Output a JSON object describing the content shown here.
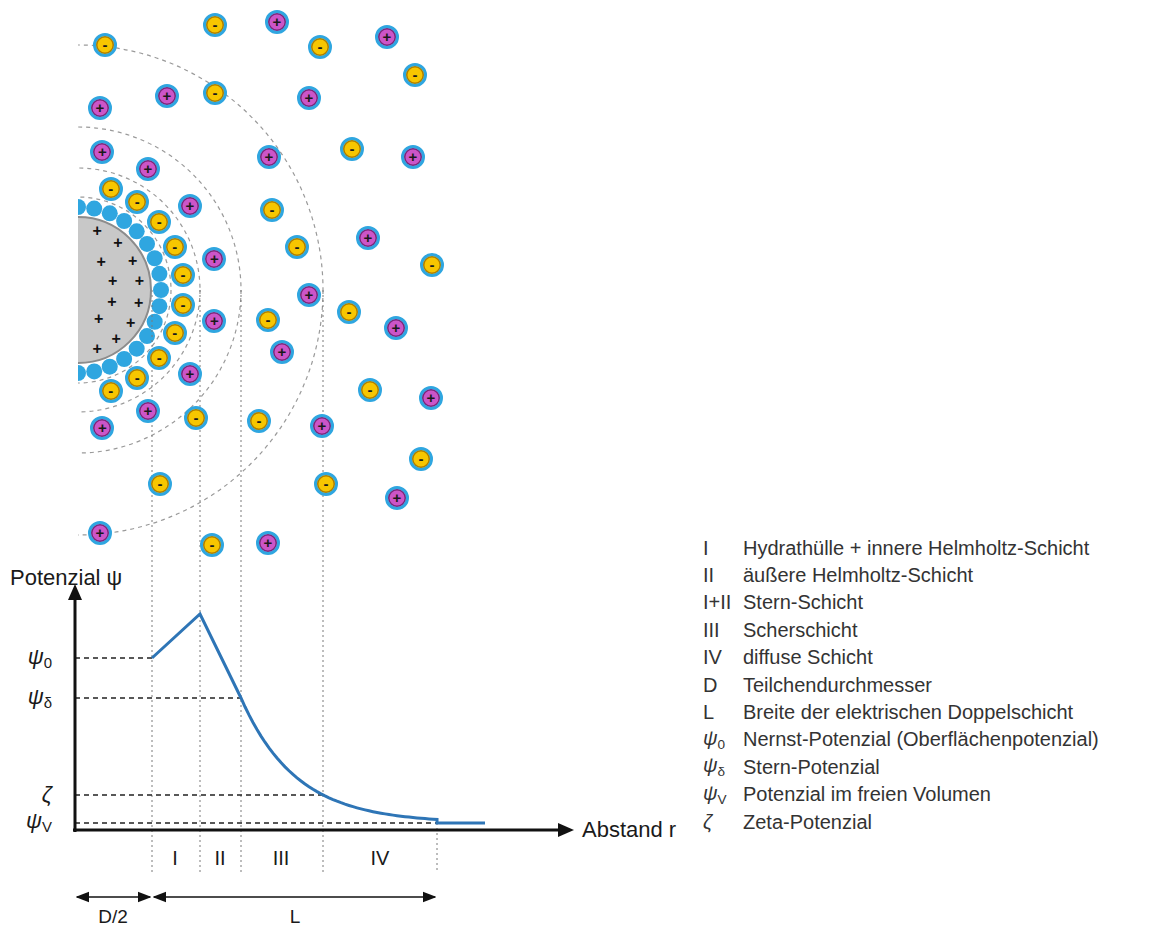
{
  "diagram": {
    "nodes": [
      {
        "text": [
          "+",
          "+",
          "+",
          "+",
          "+",
          "+",
          "+",
          "+",
          "+",
          "+",
          "+",
          "+"
        ]
      },
      {
        "text": [
          "-"
        ]
      },
      {
        "text": [
          "-"
        ]
      },
      {
        "text": [
          "+"
        ]
      },
      {
        "text": [
          "-"
        ]
      },
      {
        "text": [
          "+"
        ]
      },
      {
        "text": [
          "-"
        ]
      },
      {
        "text": [
          "+"
        ]
      },
      {
        "text": [
          "+"
        ]
      },
      {
        "text": [
          "-"
        ]
      },
      {
        "text": [
          "+"
        ]
      },
      {
        "text": [
          "+"
        ]
      },
      {
        "text": [
          "-"
        ]
      },
      {
        "text": [
          "+"
        ]
      },
      {
        "text": [
          "+"
        ]
      },
      {
        "text": [
          "+"
        ]
      },
      {
        "text": [
          "+"
        ]
      },
      {
        "text": [
          "+"
        ]
      },
      {
        "text": [
          "+"
        ]
      },
      {
        "text": [
          "+"
        ]
      },
      {
        "text": [
          "+"
        ]
      },
      {
        "text": [
          "+"
        ]
      },
      {
        "text": [
          "-"
        ]
      },
      {
        "text": [
          "-"
        ]
      },
      {
        "text": [
          "-"
        ]
      },
      {
        "text": [
          "-"
        ]
      },
      {
        "text": [
          "-"
        ]
      },
      {
        "text": [
          "-"
        ]
      },
      {
        "text": [
          "-"
        ]
      },
      {
        "text": [
          "-"
        ]
      },
      {
        "text": [
          "-"
        ]
      },
      {
        "text": [
          "-"
        ]
      },
      {
        "text": [
          "-"
        ]
      },
      {
        "text": [
          "-"
        ]
      },
      {
        "text": [
          "+"
        ]
      },
      {
        "text": [
          "-"
        ]
      },
      {
        "text": [
          "+"
        ]
      },
      {
        "text": [
          "-"
        ]
      },
      {
        "text": [
          "-"
        ]
      },
      {
        "text": [
          "+"
        ]
      },
      {
        "text": [
          "+"
        ]
      },
      {
        "text": [
          "-"
        ]
      },
      {
        "text": [
          "+"
        ]
      },
      {
        "text": [
          "-"
        ]
      },
      {
        "text": [
          "-"
        ]
      },
      {
        "text": [
          "+"
        ]
      },
      {
        "text": [
          "-"
        ]
      },
      {
        "text": [
          "-"
        ]
      },
      {
        "text": [
          "-"
        ]
      },
      {
        "text": [
          "+"
        ]
      },
      {
        "text": [
          "+"
        ]
      },
      {
        "text": [
          "-"
        ]
      },
      {
        "text": [
          "+"
        ]
      }
    ],
    "labels": [
      "Potenzial ψ",
      "ψ0",
      "ψδ",
      "ζ",
      "ψV",
      "Abstand r",
      "I",
      "II",
      "III",
      "IV",
      "D/2",
      "L",
      "I",
      "Hydrathülle + innere Helmholtz-Schicht",
      "II",
      "äußere Helmholtz-Schicht",
      "I+II",
      "Stern-Schicht",
      "III",
      "Scherschicht",
      "IV",
      "diffuse Schicht",
      "D",
      "Teilchendurchmesser",
      "L",
      "Breite der elektrischen Doppelschicht",
      "ψ0",
      "Nernst-Potenzial (Oberflächenpotenzial)",
      "ψδ",
      "Stern-Potenzial",
      "ψV",
      "Potenzial im freien Volumen",
      "ζ",
      "Zeta-Potenzial"
    ]
  }
}
